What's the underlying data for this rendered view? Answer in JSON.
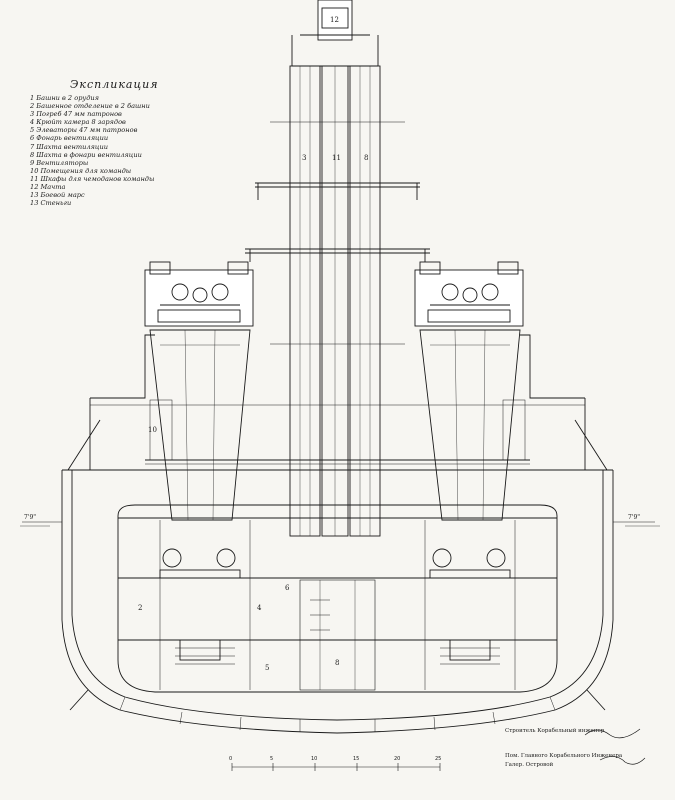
{
  "legend": {
    "title": "Экспликация",
    "items": [
      "1 Башни в 2 орудия",
      "2 Башенное отделение в 2 башни",
      "3 Погреб 47 мм патронов",
      "4 Крюйт камера 8 зарядов",
      "5 Элеваторы 47 мм патронов",
      "6 Фонарь вентиляции",
      "7 Шахта вентиляции",
      "8 Шахта в фонари вентиляции",
      "9 Вентиляторы",
      "10 Помещения для команды",
      "11 Шкафы для чемоданов команды",
      "12 Мачта",
      "13 Боевой марс",
      "13 Стеньги"
    ]
  },
  "mast_labels": {
    "top": "12",
    "left": "3",
    "centre": "11",
    "right": "8"
  },
  "compartment_labels": {
    "turret_room": "2",
    "magazine": "4",
    "shell_room": "5",
    "ventilation": "6",
    "engine_centre": "8",
    "side": "10"
  },
  "waterline_marks": {
    "left": "7'9\"",
    "right": "7'9\""
  },
  "scale_labels": [
    "0",
    "5",
    "10",
    "15",
    "20",
    "25"
  ],
  "signatures": {
    "line1": "Строитель Корабельный инженер",
    "line2": "Пом. Главного Корабельного Инженера",
    "line3": "Галер. Островой"
  },
  "colors": {
    "paper": "#f7f6f2",
    "ink": "#1a1a1a"
  }
}
